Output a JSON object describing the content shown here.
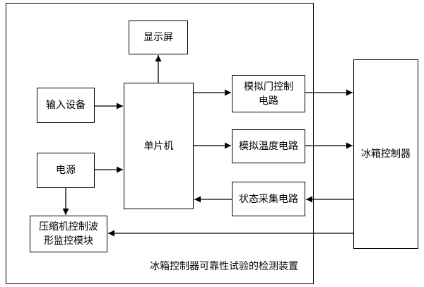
{
  "frame_label": "冰箱控制器可靠性试验的检测装置",
  "blocks": {
    "display": "显示屏",
    "input_device": "输入设备",
    "power_supply": "电源",
    "mcu": "单片机",
    "door_sim_line1": "模拟门控制",
    "door_sim_line2": "电路",
    "temp_sim": "模拟温度电路",
    "status_acq": "状态采集电路",
    "compressor_line1": "压缩机控制波",
    "compressor_line2": "形监控模块",
    "fridge_controller": "冰箱控制器"
  }
}
